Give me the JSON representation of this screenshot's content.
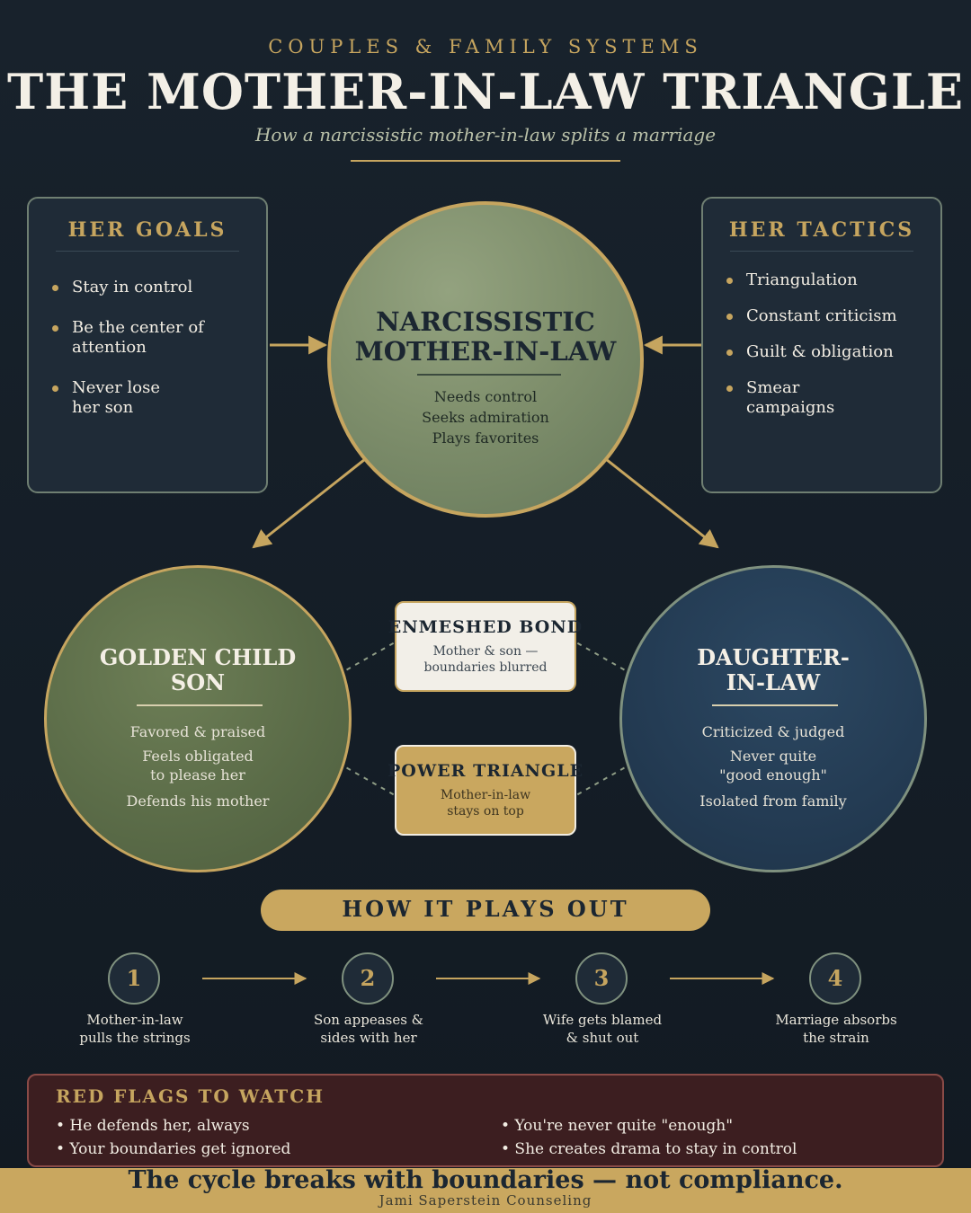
{
  "header": {
    "eyebrow": "COUPLES & FAMILY SYSTEMS",
    "title": "THE MOTHER-IN-LAW TRIANGLE",
    "subtitle": "How a narcissistic mother-in-law splits a marriage"
  },
  "goals": {
    "title": "HER GOALS",
    "items": [
      "Stay in control",
      "Be the center of attention",
      "Never lose her son"
    ]
  },
  "tactics": {
    "title": "HER TACTICS",
    "items": [
      "Triangulation",
      "Constant criticism",
      "Guilt & obligation",
      "Smear campaigns"
    ]
  },
  "center": {
    "title_line1": "NARCISSISTIC",
    "title_line2": "MOTHER-IN-LAW",
    "traits": [
      "Needs control",
      "Seeks admiration",
      "Plays favorites"
    ]
  },
  "son": {
    "title_line1": "GOLDEN CHILD",
    "title_line2": "SON",
    "traits": [
      "Favored & praised",
      "Feels obligated",
      "to please her",
      "Defends his mother"
    ]
  },
  "dil": {
    "title_line1": "DAUGHTER-",
    "title_line2": "IN-LAW",
    "traits": [
      "Criticized & judged",
      "Never quite",
      "\"good enough\"",
      "Isolated from family"
    ]
  },
  "bond": {
    "title": "ENMESHED BOND",
    "line1": "Mother & son —",
    "line2": "boundaries blurred"
  },
  "power": {
    "title": "POWER TRIANGLE",
    "line1": "Mother-in-law",
    "line2": "stays on top"
  },
  "plays": {
    "title": "HOW IT PLAYS OUT",
    "steps": [
      {
        "num": "1",
        "line1": "Mother-in-law",
        "line2": "pulls the strings"
      },
      {
        "num": "2",
        "line1": "Son appeases &",
        "line2": "sides with her"
      },
      {
        "num": "3",
        "line1": "Wife gets blamed",
        "line2": "& shut out"
      },
      {
        "num": "4",
        "line1": "Marriage absorbs",
        "line2": "the strain"
      }
    ]
  },
  "flags": {
    "title": "RED FLAGS TO WATCH",
    "items": [
      "• He defends her, always",
      "• Your boundaries get ignored",
      "• You're never quite \"enough\"",
      "• She creates drama to stay in control"
    ]
  },
  "footer": {
    "tagline": "The cycle breaks with boundaries — not compliance.",
    "credit": "Jami Saperstein Counseling"
  },
  "colors": {
    "gold": "#c6a55f",
    "navy": "#1b2631",
    "sage": "#7f8f6c",
    "blue": "#243c54",
    "red": "#3c1e20"
  }
}
